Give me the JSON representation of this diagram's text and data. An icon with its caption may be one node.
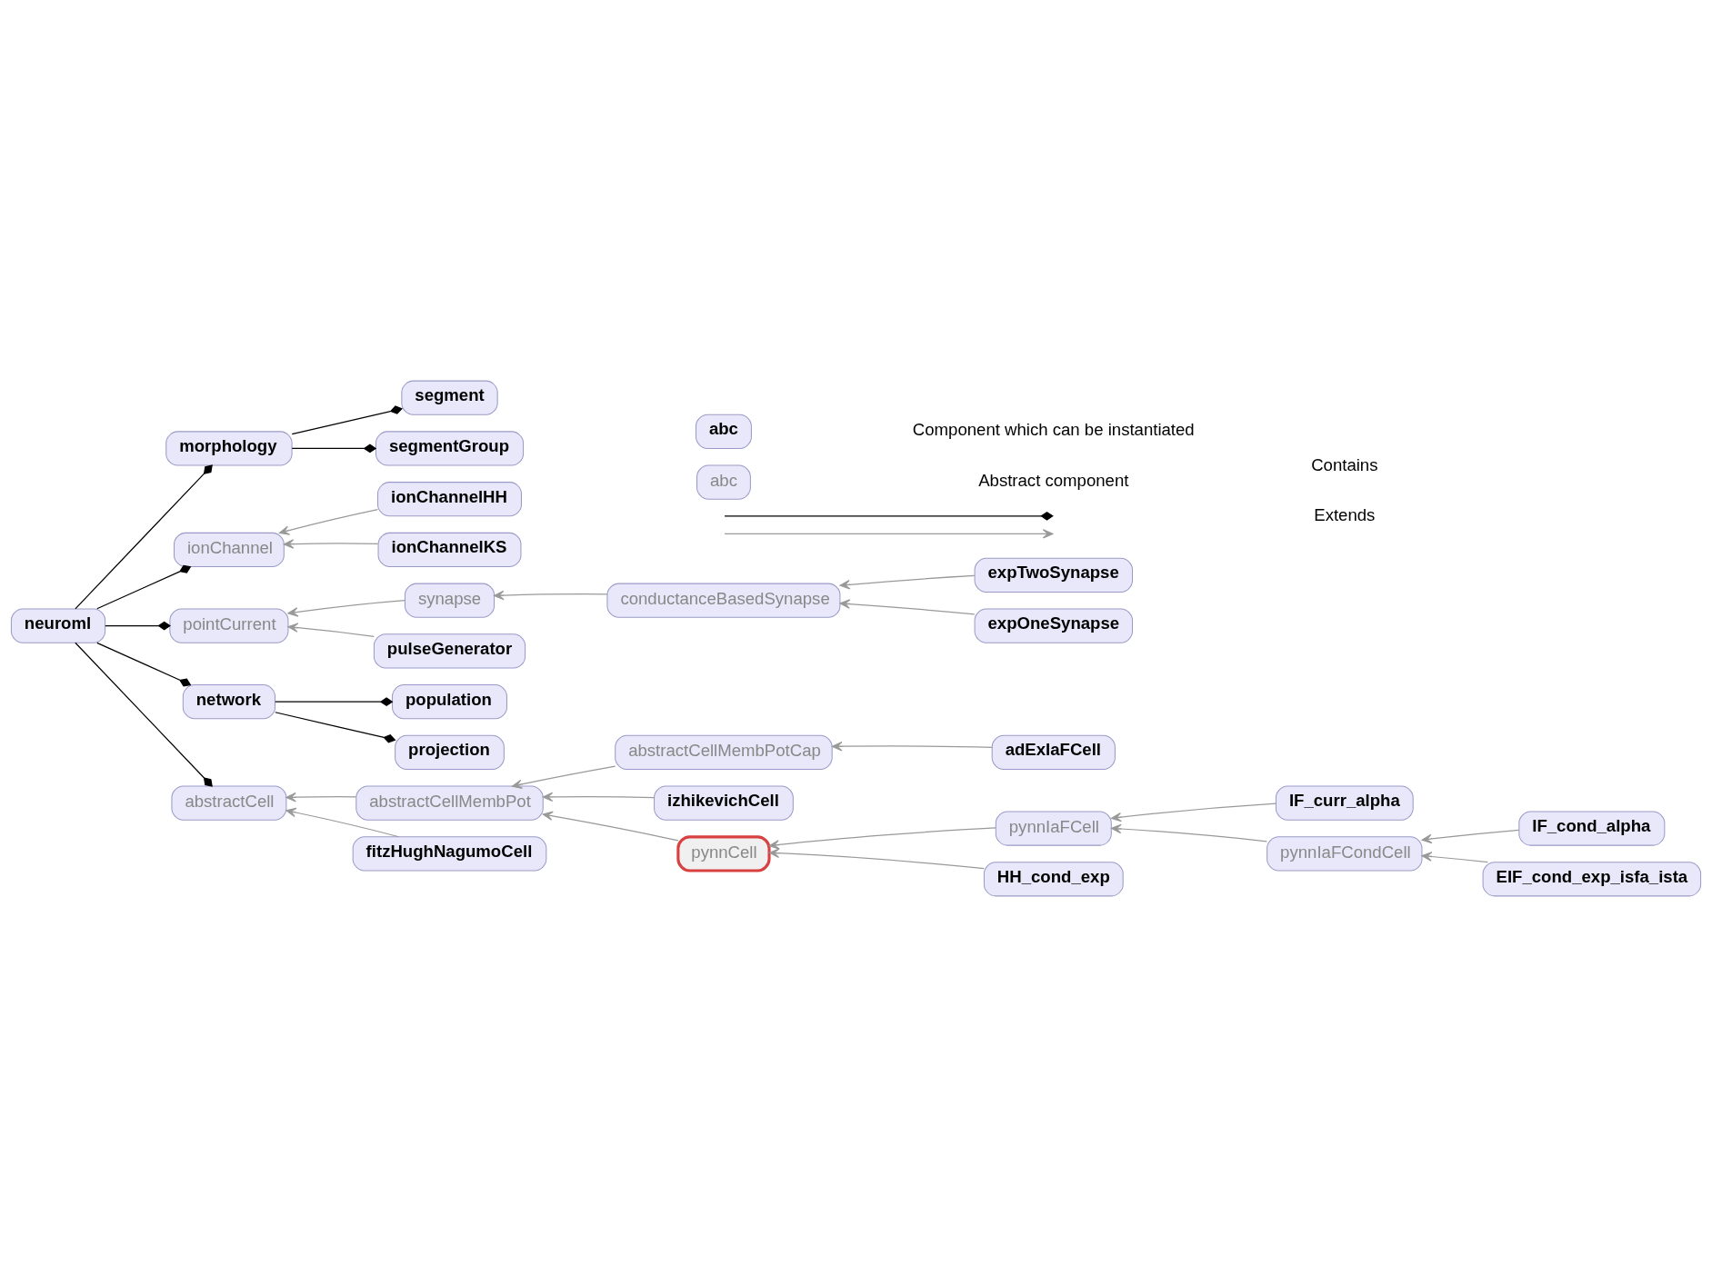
{
  "diagram": {
    "nodes": [
      {
        "text": [
          "neuroml"
        ]
      },
      {
        "text": [
          "morphology"
        ]
      },
      {
        "text": [
          "segment"
        ]
      },
      {
        "text": [
          "segmentGroup"
        ]
      },
      {
        "text": [
          "ionChannel"
        ]
      },
      {
        "text": [
          "ionChannelHH"
        ]
      },
      {
        "text": [
          "ionChannelKS"
        ]
      },
      {
        "text": [
          "pointCurrent"
        ]
      },
      {
        "text": [
          "synapse"
        ]
      },
      {
        "text": [
          "conductanceBasedSynapse"
        ]
      },
      {
        "text": [
          "pulseGenerator"
        ]
      },
      {
        "text": [
          "expTwoSynapse"
        ]
      },
      {
        "text": [
          "expOneSynapse"
        ]
      },
      {
        "text": [
          "network"
        ]
      },
      {
        "text": [
          "population"
        ]
      },
      {
        "text": [
          "projection"
        ]
      },
      {
        "text": [
          "abstractCell"
        ]
      },
      {
        "text": [
          "abstractCellMembPot"
        ]
      },
      {
        "text": [
          "abstractCellMembPotCap"
        ]
      },
      {
        "text": [
          "adExIaFCell"
        ]
      },
      {
        "text": [
          "fitzHughNagumoCell"
        ]
      },
      {
        "text": [
          "izhikevichCell"
        ]
      },
      {
        "text": [
          "pynnCell"
        ]
      },
      {
        "text": [
          "pynnIaFCell"
        ]
      },
      {
        "text": [
          "IF_curr_alpha"
        ]
      },
      {
        "text": [
          "HH_cond_exp"
        ]
      },
      {
        "text": [
          "pynnIaFCondCell"
        ]
      },
      {
        "text": [
          "IF_cond_alpha"
        ]
      },
      {
        "text": [
          "EIF_cond_exp_isfa_ista"
        ]
      }
    ],
    "edges": [
      {
        "from": 0,
        "to": 1,
        "arrow": "other",
        "color": "#000000"
      },
      {
        "from": 0,
        "to": 4,
        "arrow": "other",
        "color": "#000000"
      },
      {
        "from": 0,
        "to": 7,
        "arrow": "other",
        "color": "#000000"
      },
      {
        "from": 0,
        "to": 13,
        "arrow": "other",
        "color": "#000000"
      },
      {
        "from": 0,
        "to": 16,
        "arrow": "other",
        "color": "#000000"
      },
      {
        "from": 1,
        "to": 2,
        "arrow": "other",
        "color": "#000000"
      },
      {
        "from": 1,
        "to": 3,
        "arrow": "other",
        "color": "#000000"
      },
      {
        "from": 5,
        "to": 4,
        "arrow": "to"
      },
      {
        "from": 6,
        "to": 4,
        "arrow": "to"
      },
      {
        "from": 8,
        "to": 7,
        "arrow": "to"
      },
      {
        "from": 10,
        "to": 7,
        "arrow": "to"
      },
      {
        "from": 9,
        "to": 8,
        "arrow": "to"
      },
      {
        "from": 11,
        "to": 9,
        "arrow": "to"
      },
      {
        "from": 12,
        "to": 9,
        "arrow": "to"
      },
      {
        "from": 13,
        "to": 14,
        "arrow": "other",
        "color": "#000000"
      },
      {
        "from": 13,
        "to": 15,
        "arrow": "other",
        "color": "#000000"
      },
      {
        "from": 17,
        "to": 16,
        "arrow": "to"
      },
      {
        "from": 20,
        "to": 16,
        "arrow": "to"
      },
      {
        "from": 18,
        "to": 17,
        "arrow": "to"
      },
      {
        "from": 19,
        "to": 18,
        "arrow": "to"
      },
      {
        "from": 21,
        "to": 17,
        "arrow": "to"
      },
      {
        "from": 22,
        "to": 17,
        "arrow": "to"
      },
      {
        "from": 23,
        "to": 22,
        "arrow": "to"
      },
      {
        "from": 24,
        "to": 23,
        "arrow": "to"
      },
      {
        "from": 25,
        "to": 22,
        "arrow": "to"
      },
      {
        "from": 26,
        "to": 23,
        "arrow": "to"
      },
      {
        "from": 27,
        "to": 26,
        "arrow": "to"
      },
      {
        "from": 28,
        "to": 26,
        "arrow": "to"
      }
    ],
    "labels": [
      "abc",
      "abc"
    ],
    "legend": [
      {
        "text": "Component which can be instantiated"
      },
      {
        "text": "Abstract component"
      },
      {
        "text": "Contains"
      },
      {
        "text": "Extends"
      }
    ]
  }
}
